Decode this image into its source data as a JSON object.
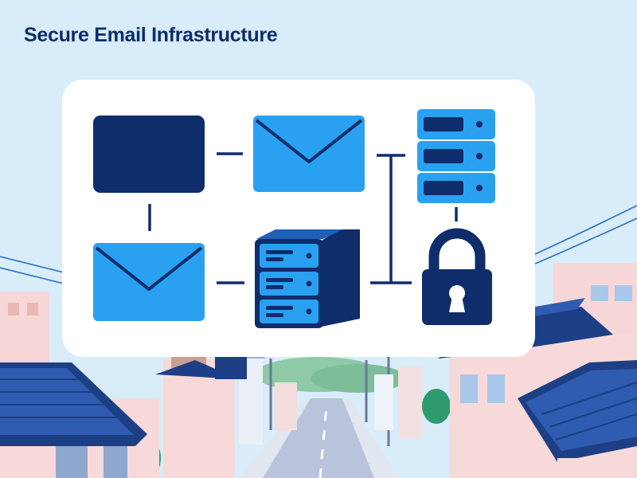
{
  "page": {
    "title": "Secure Email Infrastructure"
  },
  "colors": {
    "navy": "#0f2d6b",
    "blue": "#2aa1f0",
    "sky": "#d8ecfa",
    "panel": "#ffffff",
    "roof": "#1d3f86",
    "wall_pink": "#f7d9d9",
    "road": "#b9c3dc"
  },
  "diagram": {
    "nodes": [
      {
        "id": "terminal",
        "icon": "navy-rectangle-icon"
      },
      {
        "id": "mail-top",
        "icon": "envelope-icon"
      },
      {
        "id": "server-stack",
        "icon": "server-stack-icon"
      },
      {
        "id": "mail-bottom",
        "icon": "envelope-icon"
      },
      {
        "id": "server-tower",
        "icon": "server-tower-icon"
      },
      {
        "id": "lock",
        "icon": "padlock-icon"
      }
    ],
    "connectors": [
      {
        "from": "terminal",
        "to": "mail-top"
      },
      {
        "from": "terminal",
        "to": "mail-bottom"
      },
      {
        "from": "mail-bottom",
        "to": "server-tower"
      },
      {
        "from": "server-stack",
        "to": "lock"
      },
      {
        "from": "mail-top",
        "to": "server-tower"
      }
    ]
  }
}
